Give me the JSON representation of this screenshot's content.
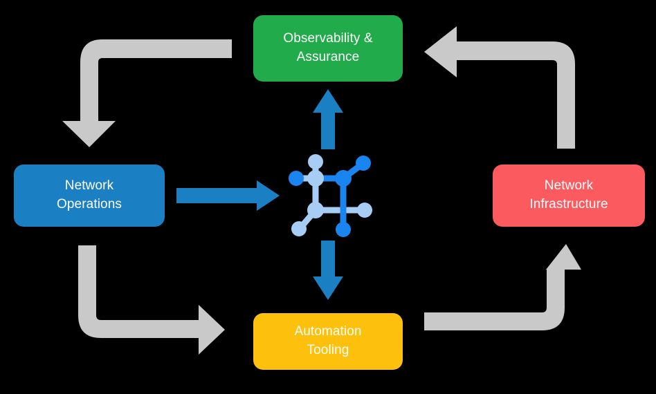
{
  "diagram": {
    "title": "Network automation lifecycle cycle diagram",
    "background_color": "#000000",
    "nodes": [
      {
        "id": "observability",
        "label": "Observability &\nAssurance",
        "color": "#22ab4b",
        "position": "top"
      },
      {
        "id": "operations",
        "label": "Network\nOperations",
        "color": "#1b7fc3",
        "position": "left"
      },
      {
        "id": "infrastructure",
        "label": "Network\nInfrastructure",
        "color": "#fb5a5f",
        "position": "right"
      },
      {
        "id": "automation",
        "label": "Automation\nTooling",
        "color": "#fdc00c",
        "position": "bottom"
      }
    ],
    "center_icon": {
      "name": "network-topology-icon",
      "primary_color": "#1a85f0",
      "secondary_color": "#a8cdf5"
    },
    "blue_arrows": [
      {
        "id": "center-to-observability",
        "direction": "up",
        "color": "#1b7fc3"
      },
      {
        "id": "operations-to-center",
        "direction": "right",
        "color": "#1b7fc3"
      },
      {
        "id": "center-to-automation",
        "direction": "down",
        "color": "#1b7fc3"
      }
    ],
    "gray_arrows": [
      {
        "id": "observability-to-operations",
        "direction": "down",
        "color": "#c9c9c9"
      },
      {
        "id": "operations-to-automation",
        "direction": "right",
        "color": "#c9c9c9"
      },
      {
        "id": "infrastructure-to-observability",
        "direction": "left",
        "color": "#c9c9c9"
      },
      {
        "id": "automation-to-infrastructure",
        "direction": "up",
        "color": "#c9c9c9"
      }
    ]
  }
}
